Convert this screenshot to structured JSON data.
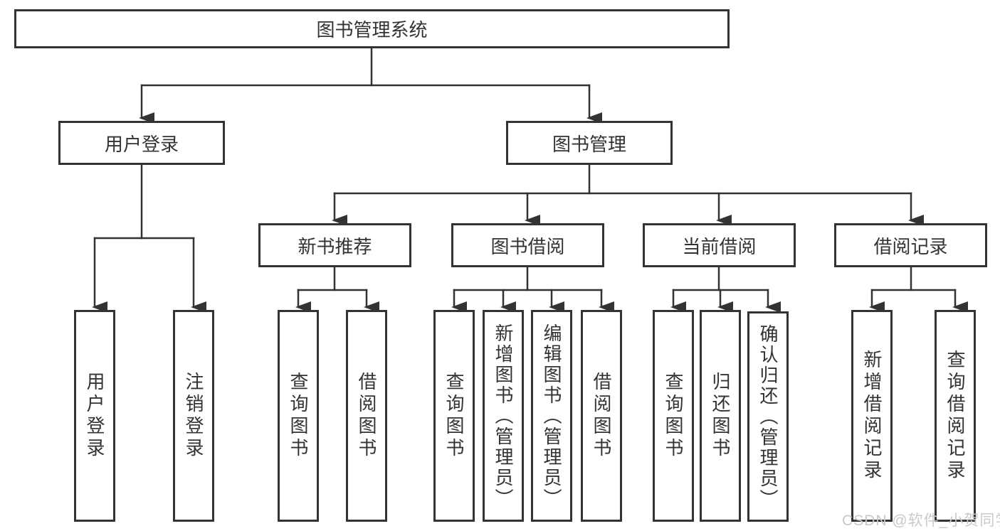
{
  "diagram_title": "图书管理系统",
  "tree": {
    "label": "图书管理系统",
    "children": [
      {
        "label": "用户登录",
        "children": [
          {
            "label": "用户登录"
          },
          {
            "label": "注销登录"
          }
        ]
      },
      {
        "label": "图书管理",
        "children": [
          {
            "label": "新书推荐",
            "children": [
              {
                "label": "查询图书"
              },
              {
                "label": "借阅图书"
              }
            ]
          },
          {
            "label": "图书借阅",
            "children": [
              {
                "label": "查询图书"
              },
              {
                "label": "新增图书（管理员）"
              },
              {
                "label": "编辑图书（管理员）"
              },
              {
                "label": "借阅图书"
              }
            ]
          },
          {
            "label": "当前借阅",
            "children": [
              {
                "label": "查询图书"
              },
              {
                "label": "归还图书"
              },
              {
                "label": "确认归还（管理员）"
              }
            ]
          },
          {
            "label": "借阅记录",
            "children": [
              {
                "label": "新增借阅记录"
              },
              {
                "label": "查询借阅记录"
              }
            ]
          }
        ]
      }
    ]
  },
  "watermark": {
    "text": "CSDN @软件_小贺同学"
  },
  "colors": {
    "line": "#333333",
    "box_border": "#333333",
    "text": "#333333",
    "watermark": "#c9c9c9",
    "background": "#ffffff"
  }
}
